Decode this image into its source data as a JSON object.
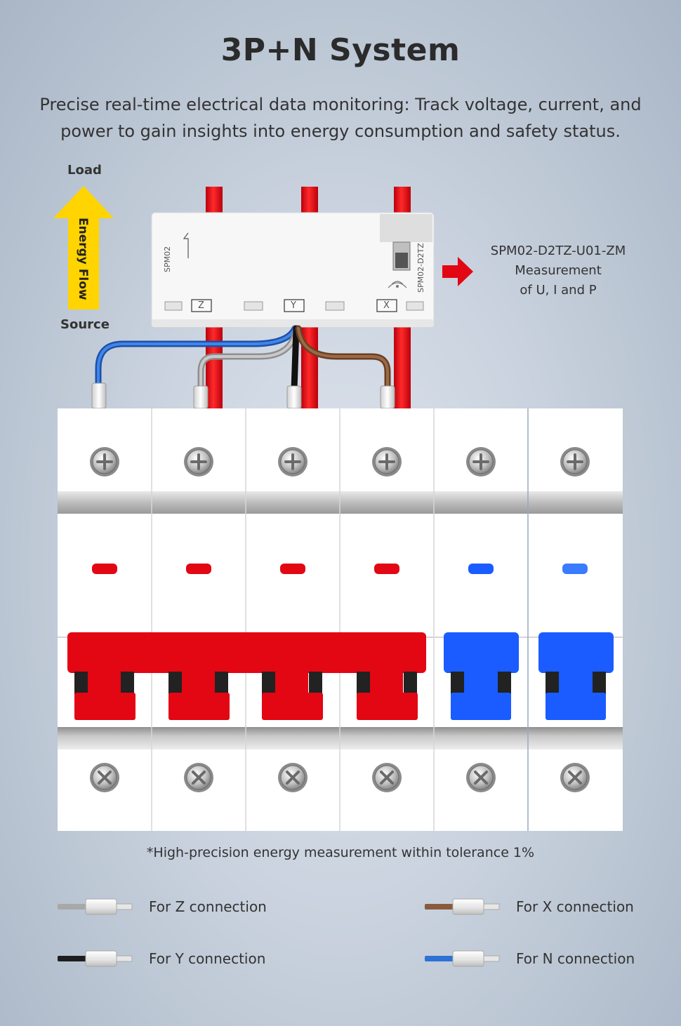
{
  "title": "3P+N System",
  "subtitle": "Precise real-time electrical data monitoring: Track voltage, current, and power to gain insights into energy consumption and safety status.",
  "energy_flow": {
    "top_label": "Load",
    "arrow_label": "Energy Flow",
    "bottom_label": "Source"
  },
  "device": {
    "model_label": "SPM02",
    "side_label": "SPM02-D2TZ",
    "terminals": [
      "Z",
      "Y",
      "X"
    ]
  },
  "model_info": {
    "model": "SPM02-D2TZ-U01-ZM",
    "line2": "Measurement",
    "line3": "of U, I and P"
  },
  "breaker": {
    "poles": 6,
    "indicator_colors": [
      "#e30613",
      "#e30613",
      "#e30613",
      "#e30613",
      "#1a5cff",
      "#3a7bff"
    ]
  },
  "footnote": "*High-precision energy measurement within tolerance 1%",
  "legend": [
    {
      "label": "For Z connection",
      "color": "#a8a8a8"
    },
    {
      "label": "For X connection",
      "color": "#8a5a3c"
    },
    {
      "label": "For Y connection",
      "color": "#1e1e1e"
    },
    {
      "label": "For N connection",
      "color": "#2f72d6"
    }
  ],
  "colors": {
    "red": "#e30613",
    "blue": "#1a5cff",
    "arrow_yellow": "#ffd400"
  }
}
